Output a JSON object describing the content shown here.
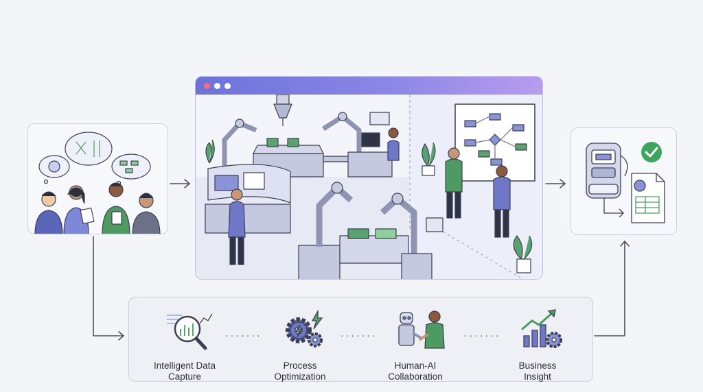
{
  "steps": [
    {
      "icon": "data-capture-icon",
      "line1": "Intelligent Data",
      "line2": "Capture"
    },
    {
      "icon": "gears-icon",
      "line1": "Process",
      "line2": "Optimization"
    },
    {
      "icon": "robot-handshake-icon",
      "line1": "Human-AI",
      "line2": "Collaboration"
    },
    {
      "icon": "growth-chart-icon",
      "line1": "Business",
      "line2": "Insight"
    }
  ],
  "colors": {
    "accent": "#6d72d9",
    "green": "#4f9a63",
    "person_blue": "#6f78c8",
    "check_green": "#3ea55f",
    "line": "#4a4e5c"
  }
}
